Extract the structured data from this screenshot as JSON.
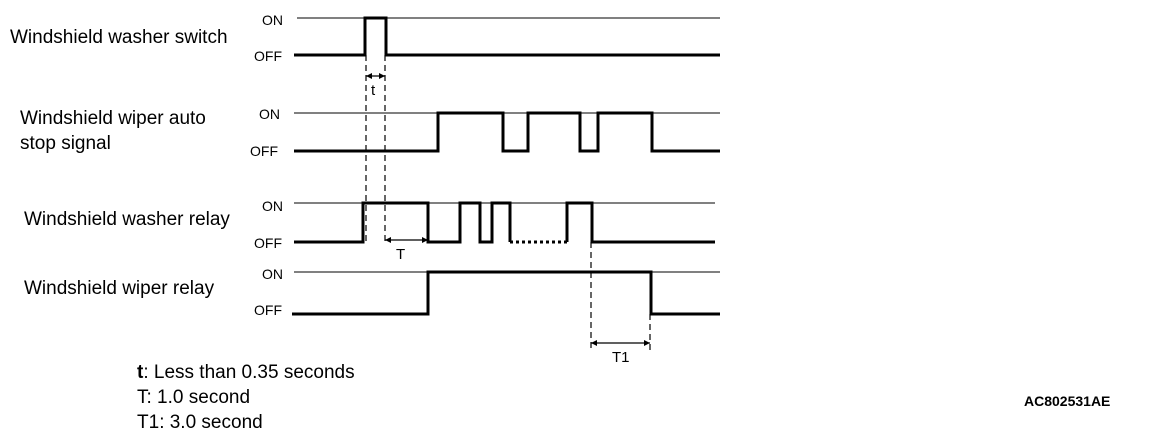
{
  "signals": [
    {
      "label_lines": [
        "Windshield washer switch"
      ],
      "on_label": "ON",
      "off_label": "OFF"
    },
    {
      "label_lines": [
        "Windshield wiper auto",
        "stop signal"
      ],
      "on_label": "ON",
      "off_label": "OFF"
    },
    {
      "label_lines": [
        "Windshield washer relay"
      ],
      "on_label": "ON",
      "off_label": "OFF"
    },
    {
      "label_lines": [
        "Windshield wiper relay"
      ],
      "on_label": "ON",
      "off_label": "OFF"
    }
  ],
  "dimensions": {
    "t": "t",
    "T": "T",
    "T1": "T1"
  },
  "legend": [
    {
      "key": "t",
      "text": ": Less than 0.35 seconds"
    },
    {
      "key": "T",
      "text": ": 1.0 second"
    },
    {
      "key": "T1",
      "text": ": 3.0 second"
    }
  ],
  "figure_code": "AC802531AE"
}
